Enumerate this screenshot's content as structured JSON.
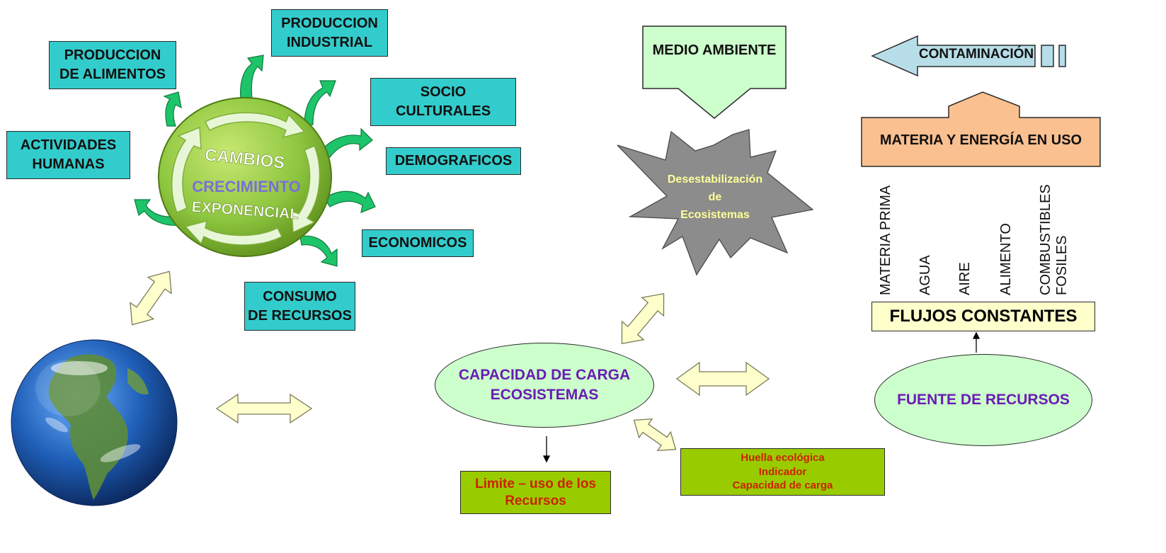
{
  "left": {
    "produccion_alimentos": "PRODUCCION\nDE ALIMENTOS",
    "produccion_industrial": "PRODUCCION\nINDUSTRIAL",
    "socio_culturales": "SOCIO\nCULTURALES",
    "demograficos": "DEMOGRAFICOS",
    "economicos": "ECONOMICOS",
    "consumo_recursos": "CONSUMO\nDE RECURSOS",
    "actividades_humanas": "ACTIVIDADES\nHUMANAS",
    "cycle": {
      "cambios": "CAMBIOS",
      "crecimiento": "CRECIMIENTO",
      "exponencial": "EXPONENCIAL"
    }
  },
  "center": {
    "medio_ambiente": "MEDIO AMBIENTE",
    "desestabilizacion": "Desestabilización\nde\nEcosistemas",
    "capacidad_carga": "CAPACIDAD DE CARGA\nECOSISTEMAS",
    "limite": "Limite  – uso de los\nRecursos",
    "huella": "Huella  ecológica\nIndicador\nCapacidad  de carga"
  },
  "right": {
    "contaminacion": "CONTAMINACIÓN",
    "materia_energia": "MATERIA Y ENERGÍA  EN USO",
    "flows": [
      "MATERIA PRIMA",
      "AGUA",
      "AIRE",
      "ALIMENTO",
      "COMBUSTIBLES\nFOSILES"
    ],
    "flujos_constantes": "FLUJOS CONSTANTES",
    "fuente_recursos": "FUENTE DE RECURSOS"
  },
  "colors": {
    "teal": "#33cccc",
    "pale_yellow": "#ffffcc",
    "light_green": "#ccffcc",
    "olive": "#99cc00",
    "peach": "#fac090",
    "light_blue": "#b7dee8",
    "gray_star": "#8c8c8c",
    "lime": "#8dc63f",
    "purple_text": "#6a1bb5"
  }
}
